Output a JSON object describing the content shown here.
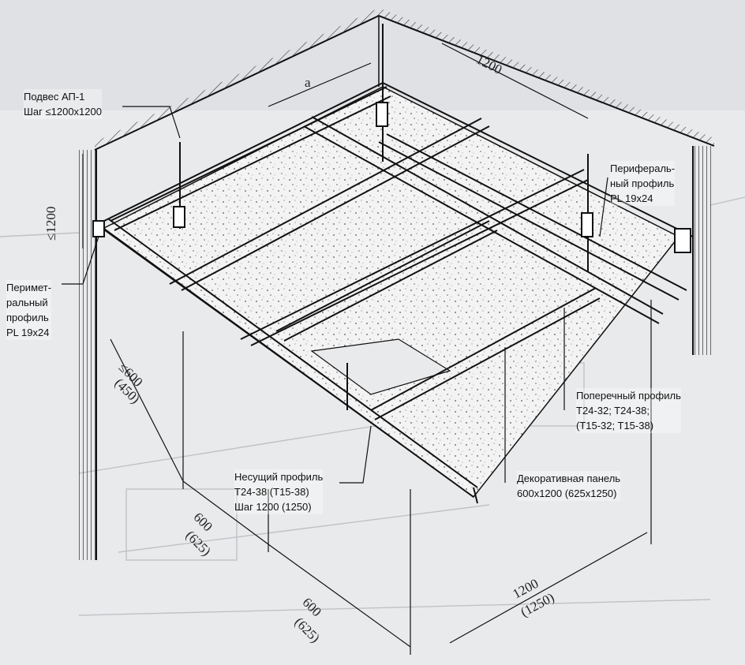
{
  "labels": {
    "hanger": [
      "Подвес АП-1",
      "Шаг ≤1200x1200"
    ],
    "perimeter_right": [
      "Перифераль-",
      "ный профиль",
      "PL 19x24"
    ],
    "perimeter_left": [
      "Перимет-",
      "ральный",
      "профиль",
      "PL 19x24"
    ],
    "cross_profile": [
      "Поперечный профиль",
      "T24-32; T24-38;",
      "(T15-32; T15-38)"
    ],
    "main_profile": [
      "Несущий профиль",
      "T24-38 (T15-38)",
      "Шаг 1200 (1250)"
    ],
    "panel": [
      "Декоративная панель",
      "600x1200 (625x1250)"
    ]
  },
  "dimensions": {
    "a": "a",
    "top_1200": "1200",
    "vertical_1200": "≤1200",
    "edge_600": "≤600",
    "edge_450": "(450)",
    "left_600": "600",
    "left_625": "(625)",
    "bottom_600": "600",
    "bottom_625": "(625)",
    "right_1200": "1200",
    "right_1250": "(1250)"
  }
}
